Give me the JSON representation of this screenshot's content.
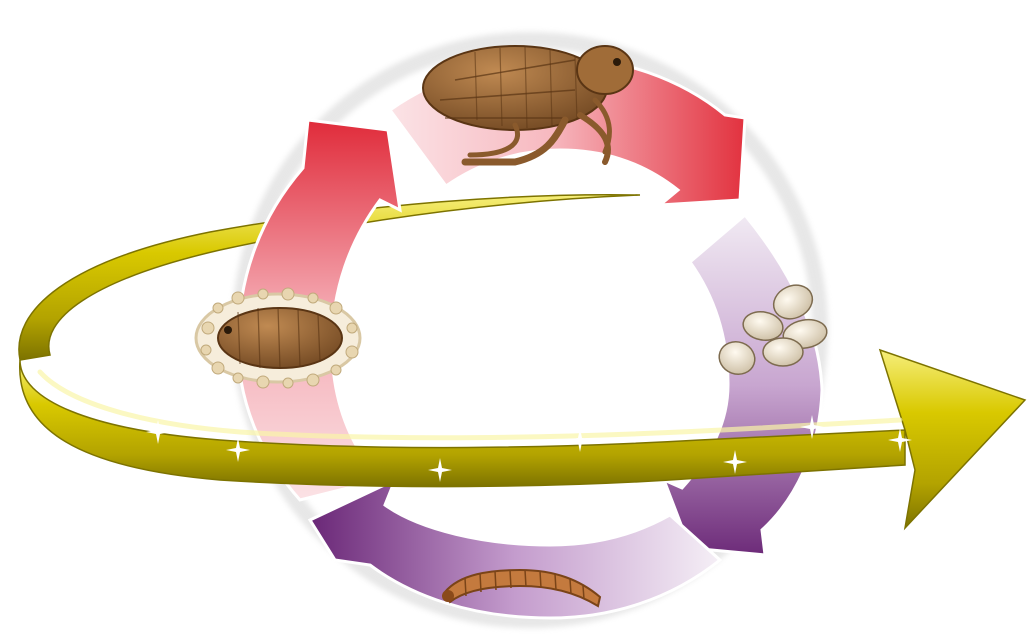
{
  "diagram": {
    "type": "life-cycle",
    "stages": [
      {
        "id": "adult",
        "icon": "adult-flea-icon",
        "color": "#e03a48"
      },
      {
        "id": "eggs",
        "icon": "flea-eggs-icon",
        "color": "#9b5ea6"
      },
      {
        "id": "larva",
        "icon": "flea-larva-icon",
        "color": "#7a3c87"
      },
      {
        "id": "pupa",
        "icon": "flea-pupa-cocoon-icon",
        "color": "#e8667a"
      }
    ],
    "cycle_direction": "clockwise",
    "orbit_arrow": {
      "icon": "golden-orbit-arrow-icon",
      "color": "#c8b400",
      "direction": "right"
    },
    "colors": {
      "red": "#e1323f",
      "pink": "#f6c6cc",
      "purple": "#6b2a78",
      "lavender": "#e2d3e8",
      "gold": "#d6c600",
      "gold_dark": "#8d8100",
      "flea_brown": "#9a6a3a"
    }
  }
}
